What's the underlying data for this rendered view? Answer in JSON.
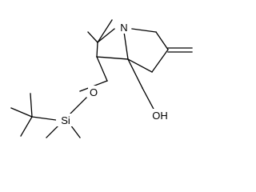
{
  "atoms": {
    "n": "N",
    "o": "O",
    "si": "Si",
    "oh": "OH"
  }
}
